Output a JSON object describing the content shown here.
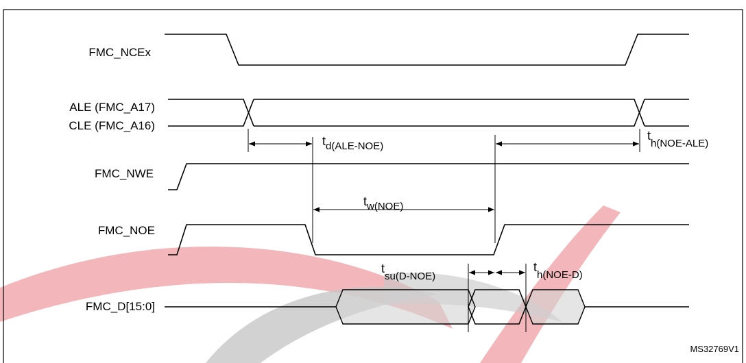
{
  "signals": {
    "nce": "FMC_NCEx",
    "ale": "ALE (FMC_A17)",
    "cle": "CLE (FMC_A16)",
    "nwe": "FMC_NWE",
    "noe": "FMC_NOE",
    "data": "FMC_D[15:0]"
  },
  "timings": {
    "td": {
      "t": "t",
      "sub": "d(ALE-NOE)"
    },
    "th_ale": {
      "t": "t",
      "sub": "h(NOE-ALE)"
    },
    "tw": {
      "t": "t",
      "sub": "w(NOE)"
    },
    "tsu": {
      "t": "t",
      "sub": "su(D-NOE)"
    },
    "th_d": {
      "t": "t",
      "sub": "h(NOE-D)"
    }
  },
  "ref_code": "MS32769V1",
  "colors": {
    "watermark_red": "#e0424d",
    "watermark_grey": "#9a9a9a",
    "data_fill": "#d3d3d3"
  }
}
